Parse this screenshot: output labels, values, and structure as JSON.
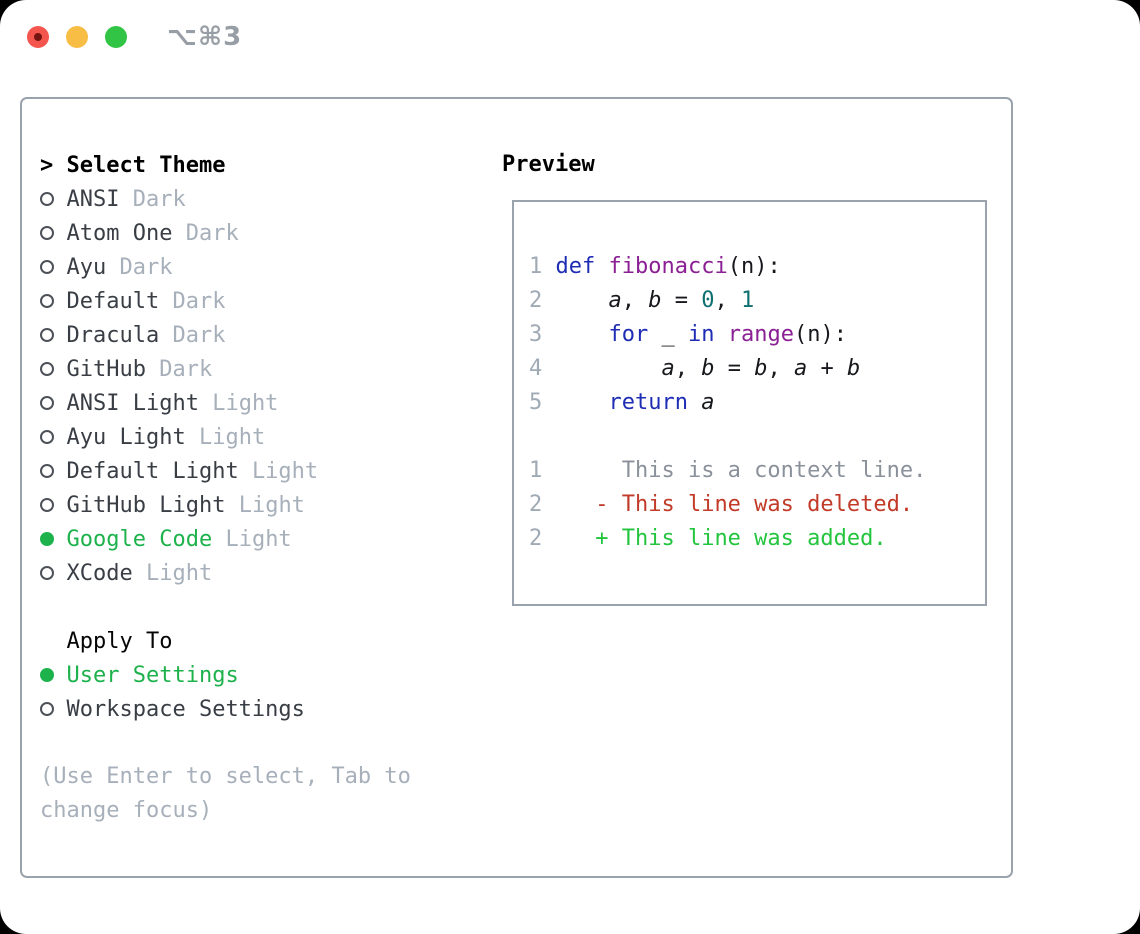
{
  "window": {
    "shortcut": "⌥⌘3",
    "traffic_lights": [
      {
        "name": "close",
        "color": "#f4564e",
        "has_dot": true
      },
      {
        "name": "minimize",
        "color": "#f8bd44",
        "has_dot": false
      },
      {
        "name": "zoom",
        "color": "#32c444",
        "has_dot": false
      }
    ]
  },
  "theme_picker": {
    "prompt": ">",
    "title": "Select Theme",
    "themes": [
      {
        "name": "ANSI",
        "variant": "Dark",
        "selected": false
      },
      {
        "name": "Atom One",
        "variant": "Dark",
        "selected": false
      },
      {
        "name": "Ayu",
        "variant": "Dark",
        "selected": false
      },
      {
        "name": "Default",
        "variant": "Dark",
        "selected": false
      },
      {
        "name": "Dracula",
        "variant": "Dark",
        "selected": false
      },
      {
        "name": "GitHub",
        "variant": "Dark",
        "selected": false
      },
      {
        "name": "ANSI Light",
        "variant": "Light",
        "selected": false
      },
      {
        "name": "Ayu Light",
        "variant": "Light",
        "selected": false
      },
      {
        "name": "Default Light",
        "variant": "Light",
        "selected": false
      },
      {
        "name": "GitHub Light",
        "variant": "Light",
        "selected": false
      },
      {
        "name": "Google Code",
        "variant": "Light",
        "selected": true
      },
      {
        "name": "XCode",
        "variant": "Light",
        "selected": false
      }
    ],
    "apply_to": {
      "title": "Apply To",
      "options": [
        {
          "name": "User Settings",
          "selected": true
        },
        {
          "name": "Workspace Settings",
          "selected": false
        }
      ]
    },
    "hint": "(Use Enter to select, Tab to\nchange focus)"
  },
  "preview": {
    "title": "Preview",
    "lines": [
      [
        {
          "t": "1 ",
          "c": "num"
        },
        {
          "t": "def",
          "c": "kw"
        },
        {
          "t": " ",
          "c": "plain"
        },
        {
          "t": "fibonacci",
          "c": "fn"
        },
        {
          "t": "(n):",
          "c": "plain"
        }
      ],
      [
        {
          "t": "2 ",
          "c": "num"
        },
        {
          "t": "    ",
          "c": "plain"
        },
        {
          "t": "a",
          "c": "var"
        },
        {
          "t": ", ",
          "c": "plain"
        },
        {
          "t": "b",
          "c": "var"
        },
        {
          "t": " = ",
          "c": "plain"
        },
        {
          "t": "0",
          "c": "lit"
        },
        {
          "t": ", ",
          "c": "plain"
        },
        {
          "t": "1",
          "c": "lit"
        }
      ],
      [
        {
          "t": "3 ",
          "c": "num"
        },
        {
          "t": "    ",
          "c": "plain"
        },
        {
          "t": "for",
          "c": "kw"
        },
        {
          "t": " _ ",
          "c": "plain"
        },
        {
          "t": "in",
          "c": "kw"
        },
        {
          "t": " ",
          "c": "plain"
        },
        {
          "t": "range",
          "c": "fn"
        },
        {
          "t": "(n):",
          "c": "plain"
        }
      ],
      [
        {
          "t": "4 ",
          "c": "num"
        },
        {
          "t": "        ",
          "c": "plain"
        },
        {
          "t": "a",
          "c": "var"
        },
        {
          "t": ", ",
          "c": "plain"
        },
        {
          "t": "b",
          "c": "var"
        },
        {
          "t": " = ",
          "c": "plain"
        },
        {
          "t": "b",
          "c": "var"
        },
        {
          "t": ", ",
          "c": "plain"
        },
        {
          "t": "a",
          "c": "var"
        },
        {
          "t": " + ",
          "c": "plain"
        },
        {
          "t": "b",
          "c": "var"
        }
      ],
      [
        {
          "t": "5 ",
          "c": "num"
        },
        {
          "t": "    ",
          "c": "plain"
        },
        {
          "t": "return",
          "c": "kw"
        },
        {
          "t": " ",
          "c": "plain"
        },
        {
          "t": "a",
          "c": "var"
        }
      ],
      [],
      [
        {
          "t": "1",
          "c": "num"
        },
        {
          "t": "      This is a context line.",
          "c": "ctx"
        }
      ],
      [
        {
          "t": "2",
          "c": "num"
        },
        {
          "t": "    ",
          "c": "plain"
        },
        {
          "t": "- This line was deleted.",
          "c": "del"
        }
      ],
      [
        {
          "t": "2",
          "c": "num"
        },
        {
          "t": "    ",
          "c": "plain"
        },
        {
          "t": "+ This line was added.",
          "c": "add"
        }
      ]
    ]
  },
  "colors": {
    "selection_green": "#1db24c",
    "diff_added_green": "#23c53e",
    "diff_deleted_red": "#c23a28",
    "keyword_blue": "#1e2db4",
    "function_purple": "#8b2094",
    "literal_teal": "#0e7070",
    "muted_gray": "#a7b0ba",
    "panel_border": "#9aa3ad"
  }
}
